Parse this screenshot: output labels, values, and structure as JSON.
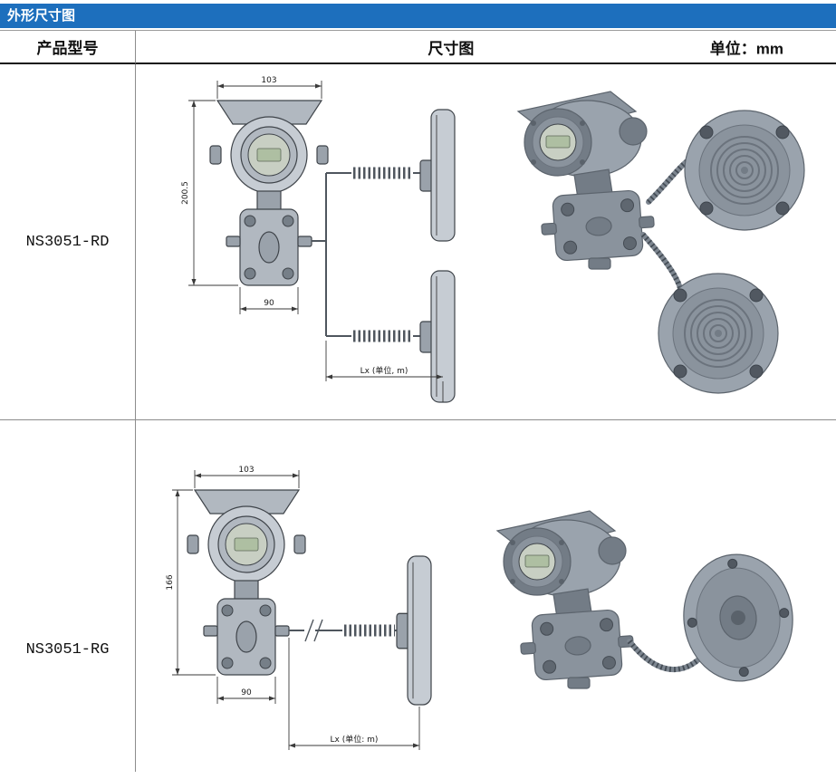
{
  "title": "外形尺寸图",
  "table": {
    "col_model_header": "产品型号",
    "col_drawing_header": "尺寸图",
    "unit_label": "单位：mm",
    "rows": [
      {
        "model": "NS3051-RD",
        "dim_width": "103",
        "dim_height": "200.5",
        "dim_base": "90",
        "dim_capillary": "Lx (单位, m)"
      },
      {
        "model": "NS3051-RG",
        "dim_width": "103",
        "dim_height": "166",
        "dim_base": "90",
        "dim_capillary": "Lx (单位: m)"
      }
    ]
  },
  "colors": {
    "header_bg": "#1d6fbd",
    "header_text": "#ffffff",
    "grid_line": "#8c8c8c",
    "strong_line": "#161616"
  }
}
